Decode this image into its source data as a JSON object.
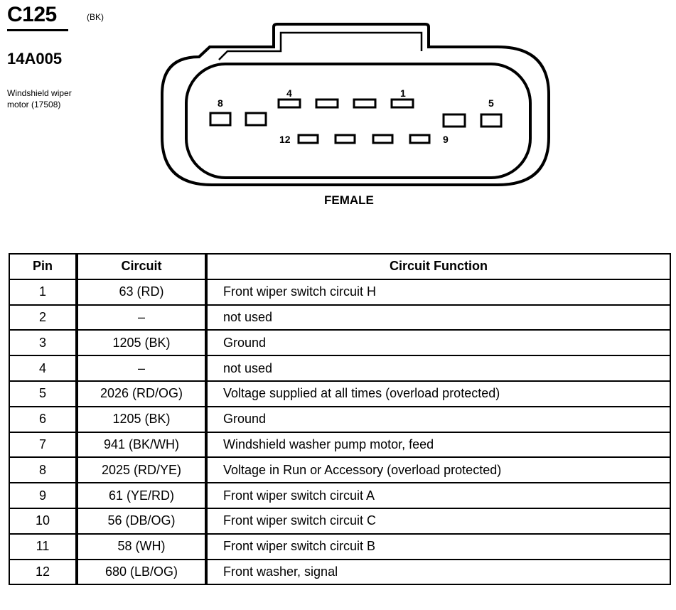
{
  "connector": {
    "id": "C125",
    "color": "(BK)",
    "part_number": "14A005",
    "description_line1": "Windshield wiper",
    "description_line2": "motor (17508)",
    "view": "FEMALE",
    "pin_labels": {
      "p8": "8",
      "p4": "4",
      "p1": "1",
      "p5": "5",
      "p12": "12",
      "p9": "9"
    }
  },
  "table": {
    "headers": {
      "pin": "Pin",
      "circuit": "Circuit",
      "function": "Circuit Function"
    },
    "rows": [
      {
        "pin": "1",
        "circuit": "63 (RD)",
        "function": "Front wiper switch circuit H"
      },
      {
        "pin": "2",
        "circuit": "–",
        "function": "not used"
      },
      {
        "pin": "3",
        "circuit": "1205 (BK)",
        "function": "Ground"
      },
      {
        "pin": "4",
        "circuit": "–",
        "function": "not used"
      },
      {
        "pin": "5",
        "circuit": "2026 (RD/OG)",
        "function": "Voltage supplied at all times (overload protected)"
      },
      {
        "pin": "6",
        "circuit": "1205 (BK)",
        "function": "Ground"
      },
      {
        "pin": "7",
        "circuit": "941 (BK/WH)",
        "function": "Windshield washer pump motor, feed"
      },
      {
        "pin": "8",
        "circuit": "2025 (RD/YE)",
        "function": "Voltage in Run or Accessory (overload protected)"
      },
      {
        "pin": "9",
        "circuit": "61 (YE/RD)",
        "function": "Front wiper switch circuit A"
      },
      {
        "pin": "10",
        "circuit": "56 (DB/OG)",
        "function": "Front wiper switch circuit C"
      },
      {
        "pin": "11",
        "circuit": "58 (WH)",
        "function": "Front wiper switch circuit B"
      },
      {
        "pin": "12",
        "circuit": "680 (LB/OG)",
        "function": "Front washer, signal"
      }
    ]
  }
}
